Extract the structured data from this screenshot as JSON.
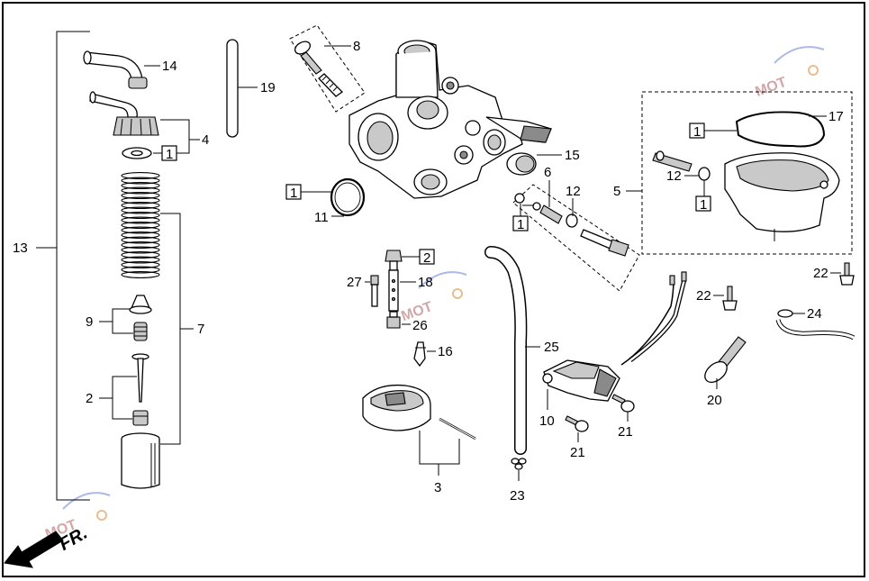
{
  "callouts": {
    "c1": "1",
    "c2": "2",
    "c3": "3",
    "c4": "4",
    "c5": "5",
    "c6": "6",
    "c7": "7",
    "c8": "8",
    "c9": "9",
    "c10": "10",
    "c11": "11",
    "c12": "12",
    "c13": "13",
    "c14": "14",
    "c15": "15",
    "c16": "16",
    "c17": "17",
    "c18": "18",
    "c19": "19",
    "c20": "20",
    "c21": "21",
    "c22": "22",
    "c23": "23",
    "c24": "24",
    "c25": "25",
    "c26": "26",
    "c27": "27"
  },
  "front_arrow_label": "FR.",
  "watermark": "MOTO"
}
